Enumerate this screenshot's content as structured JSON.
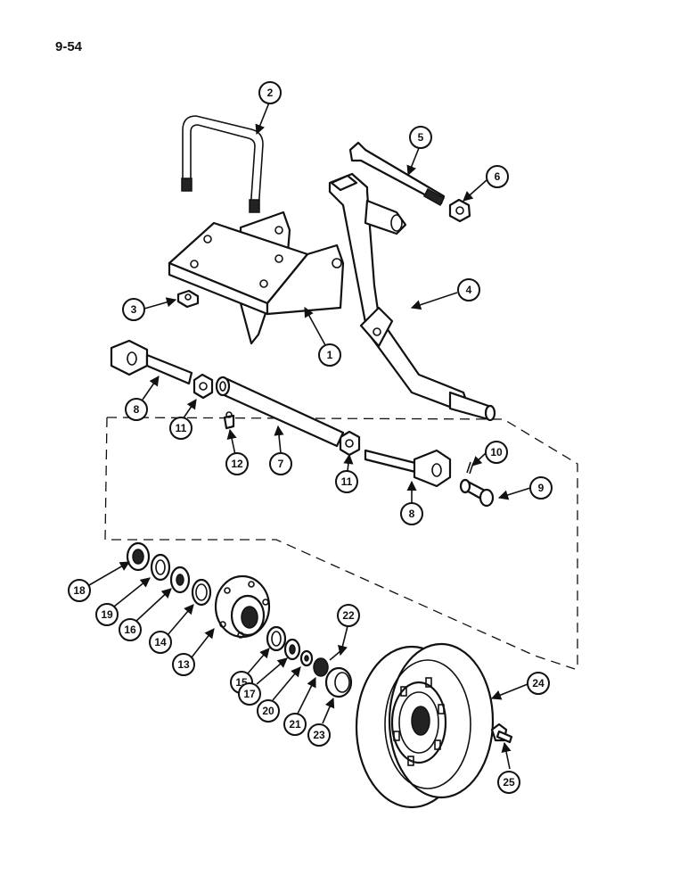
{
  "page_number": "9-54",
  "callouts": [
    "1",
    "2",
    "3",
    "4",
    "5",
    "6",
    "7",
    "8",
    "8",
    "9",
    "10",
    "11",
    "11",
    "12",
    "13",
    "14",
    "15",
    "16",
    "17",
    "18",
    "19",
    "20",
    "21",
    "22",
    "23",
    "24",
    "25"
  ]
}
